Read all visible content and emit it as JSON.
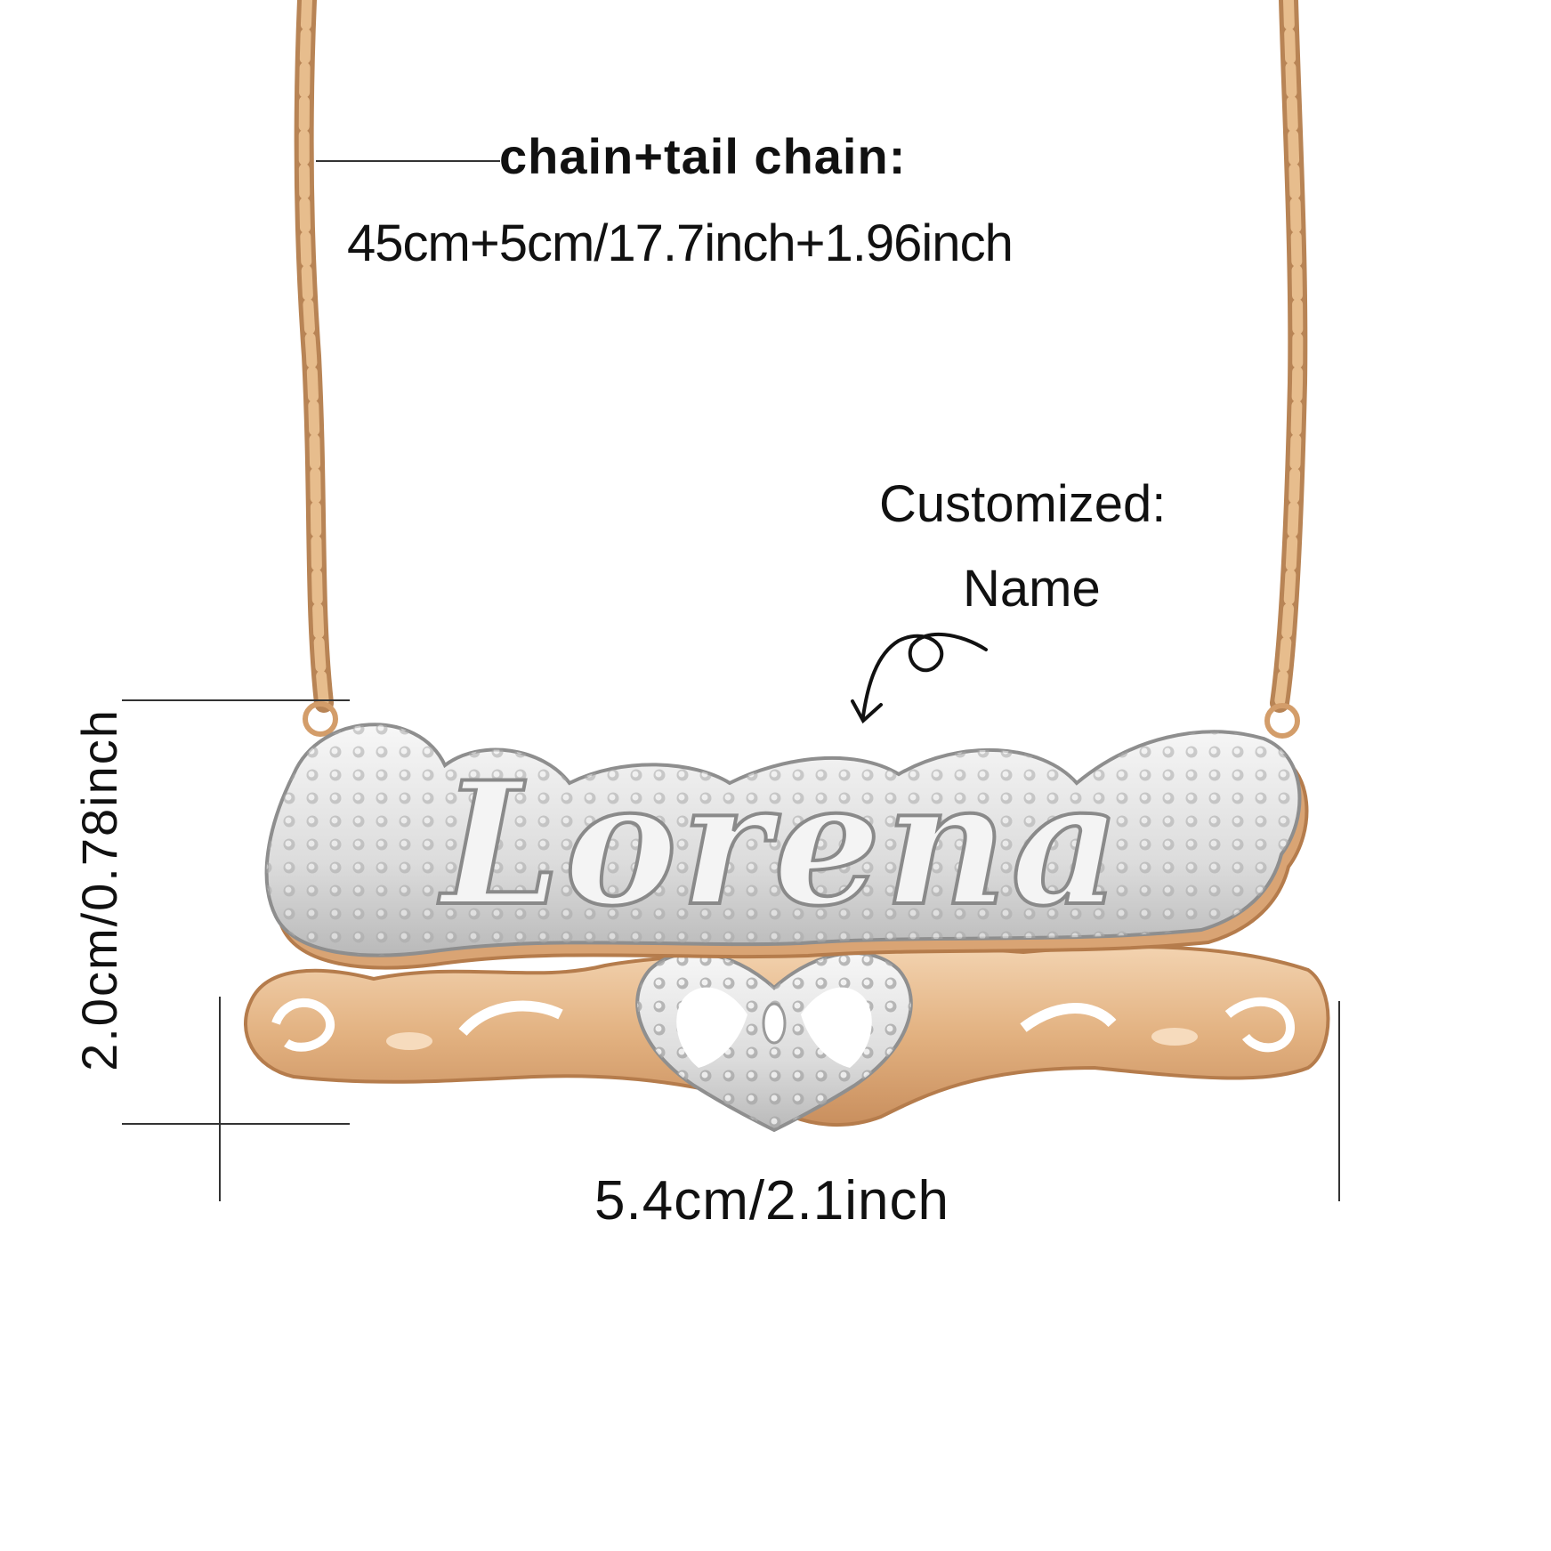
{
  "labels": {
    "chain_title": "chain+tail chain:",
    "chain_length": "45cm+5cm/17.7inch+1.96inch",
    "custom_title": "Customized:",
    "custom_value": "Name",
    "width": "5.4cm/2.1inch",
    "height": "2.0cm/0.78inch"
  },
  "pendant": {
    "name": "Lorena"
  },
  "colors": {
    "chain_gold": "#d4a574",
    "rose_gold": "#e6b98d",
    "silver": "#e4e4e4",
    "text": "#111111"
  }
}
